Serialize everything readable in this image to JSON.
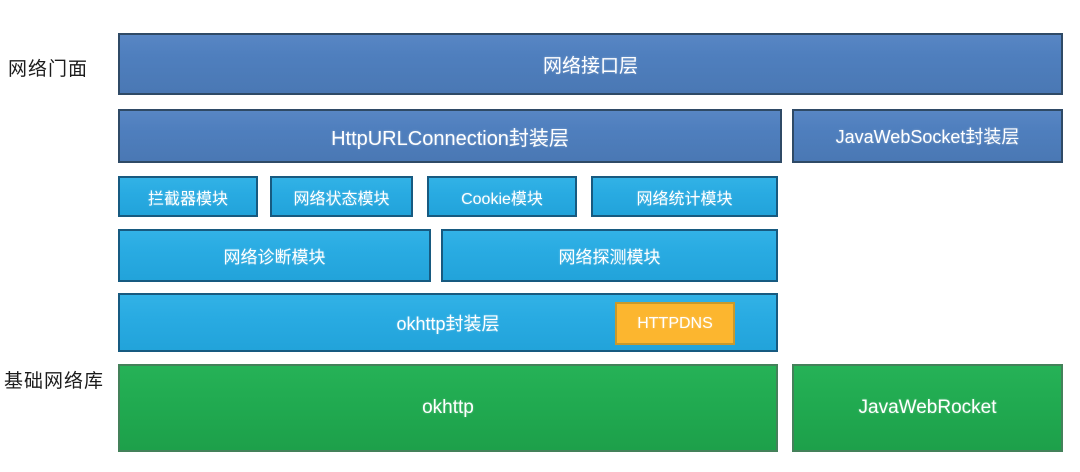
{
  "diagram": {
    "side_labels": {
      "facade": "网络门面",
      "base_library": "基础网络库"
    },
    "rows": {
      "interface_layer": "网络接口层",
      "http_url_connection_layer": "HttpURLConnection封装层",
      "java_websocket_layer": "JavaWebSocket封装层",
      "interceptor_module": "拦截器模块",
      "network_status_module": "网络状态模块",
      "cookie_module": "Cookie模块",
      "network_stats_module": "网络统计模块",
      "network_diagnosis_module": "网络诊断模块",
      "network_probe_module": "网络探测模块",
      "okhttp_wrapper_layer": "okhttp封装层",
      "httpdns": "HTTPDNS",
      "okhttp": "okhttp",
      "java_web_rocket": "JavaWebRocket"
    },
    "colors": {
      "steel_blue": "#4f7fbe",
      "steel_blue_border": "#2f4a66",
      "cyan": "#29abe2",
      "cyan_border": "#175a80",
      "green": "#21ab51",
      "green_border": "#44815a",
      "orange": "#fcb62f",
      "orange_border": "#c7992c",
      "box_text": "#ffffff",
      "label_text": "#1c1c1c"
    }
  }
}
